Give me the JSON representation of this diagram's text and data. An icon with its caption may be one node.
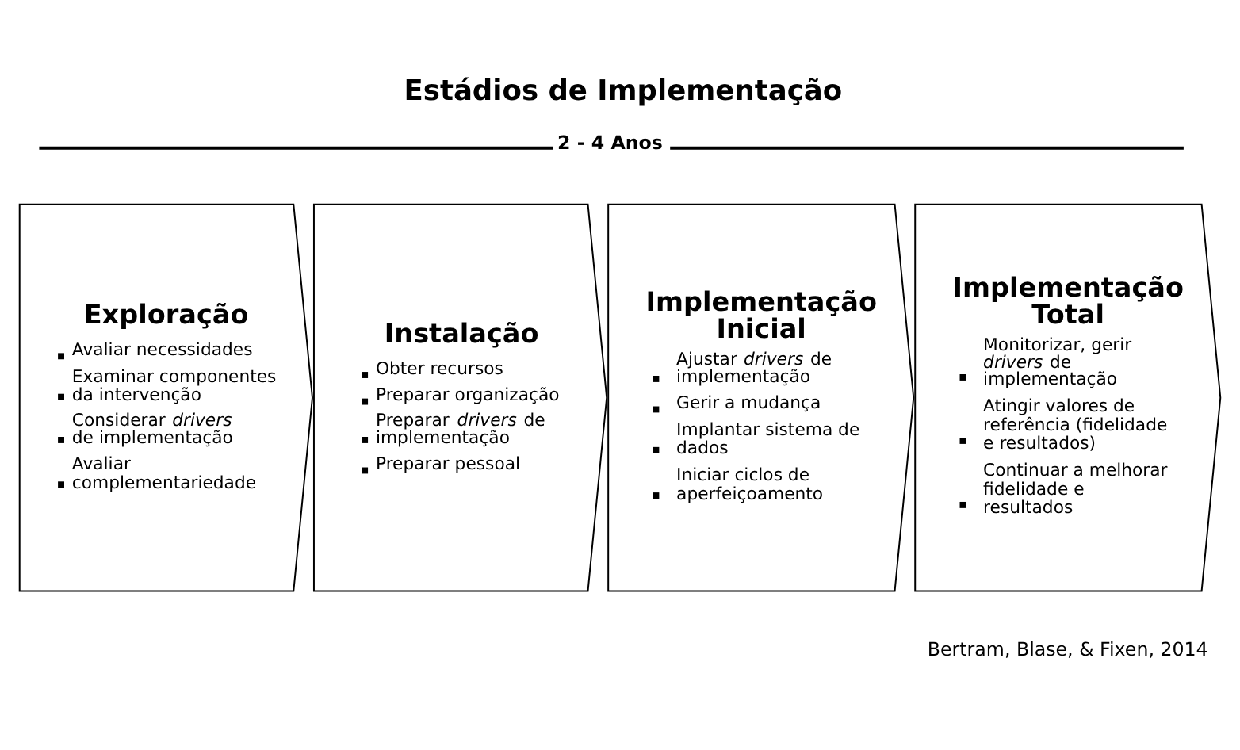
{
  "diagram": {
    "title": "Estádios de Implementação",
    "caption": "Bertram, Blase, & Fixen, 2014",
    "nodes": [
      {
        "text": [
          "Exploração",
          "Avaliar necessidades",
          "Examinar componentes da intervenção",
          "Considerar *drivers* de implementação",
          "Avaliar complementariedade"
        ]
      },
      {
        "text": [
          "Instalação",
          "Obter recursos",
          "Preparar organização",
          "Preparar *drivers* de implementação",
          "Preparar pessoal"
        ]
      },
      {
        "text": [
          "Implementação Inicial",
          "Ajustar *drivers* de implementação",
          "Gerir a mudança",
          "Implantar sistema de dados",
          "Iniciar ciclos de aperfeiçoamento"
        ]
      },
      {
        "text": [
          "Implementação Total",
          "Monitorizar, gerir *drivers* de implementação",
          "Atingir valores de referência (fidelidade e resultados)",
          "Continuar a melhorar fidelidade e resultados"
        ]
      }
    ],
    "labels": [
      "2 - 4 Anos"
    ]
  }
}
